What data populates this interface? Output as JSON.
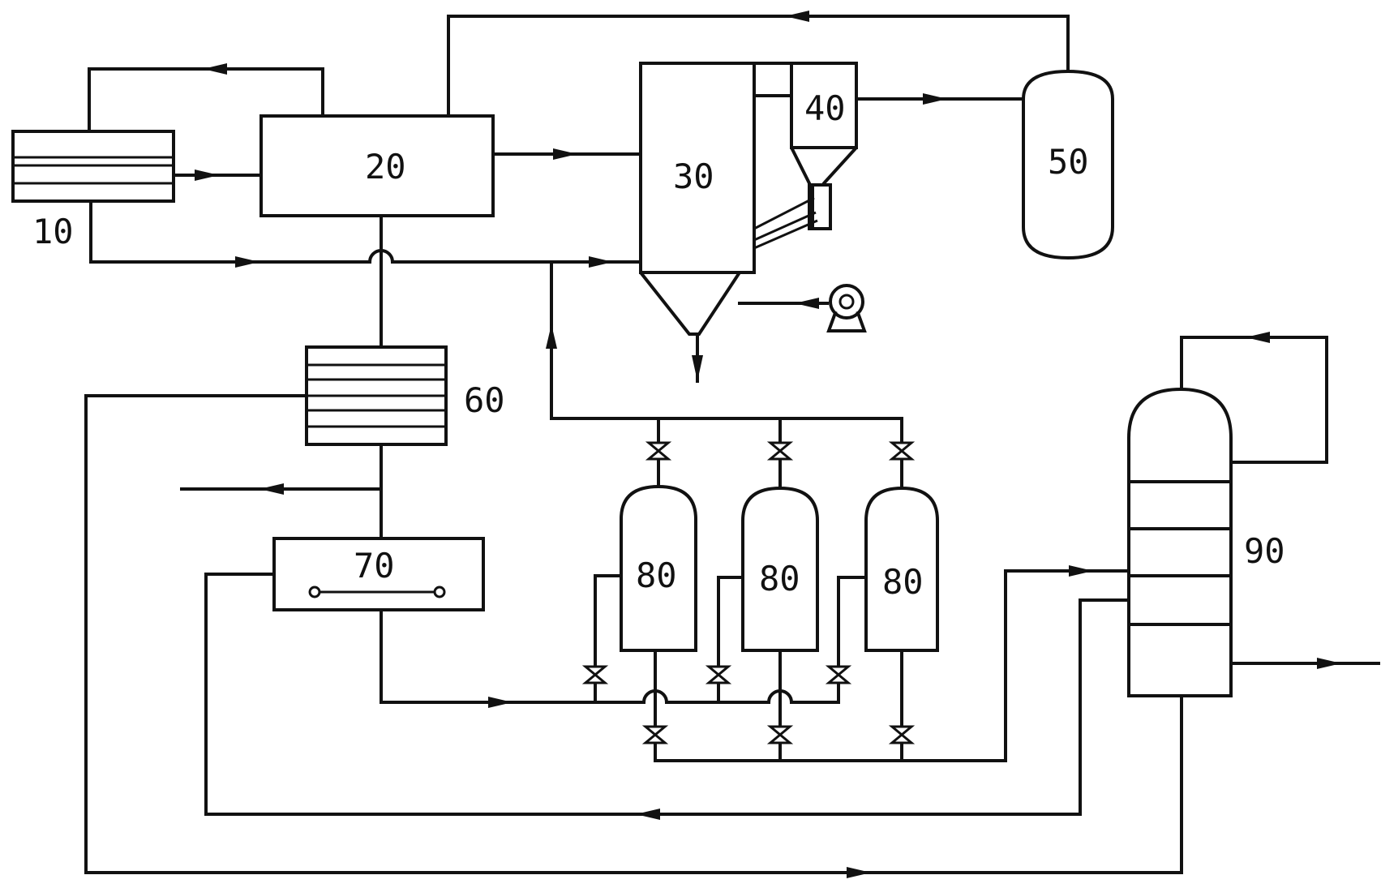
{
  "diagram": {
    "units": [
      {
        "id": "10",
        "label": "10"
      },
      {
        "id": "20",
        "label": "20"
      },
      {
        "id": "30",
        "label": "30"
      },
      {
        "id": "40",
        "label": "40"
      },
      {
        "id": "50",
        "label": "50"
      },
      {
        "id": "60",
        "label": "60"
      },
      {
        "id": "70",
        "label": "70"
      },
      {
        "id": "80a",
        "label": "80"
      },
      {
        "id": "80b",
        "label": "80"
      },
      {
        "id": "80c",
        "label": "80"
      },
      {
        "id": "90",
        "label": "90"
      }
    ]
  }
}
